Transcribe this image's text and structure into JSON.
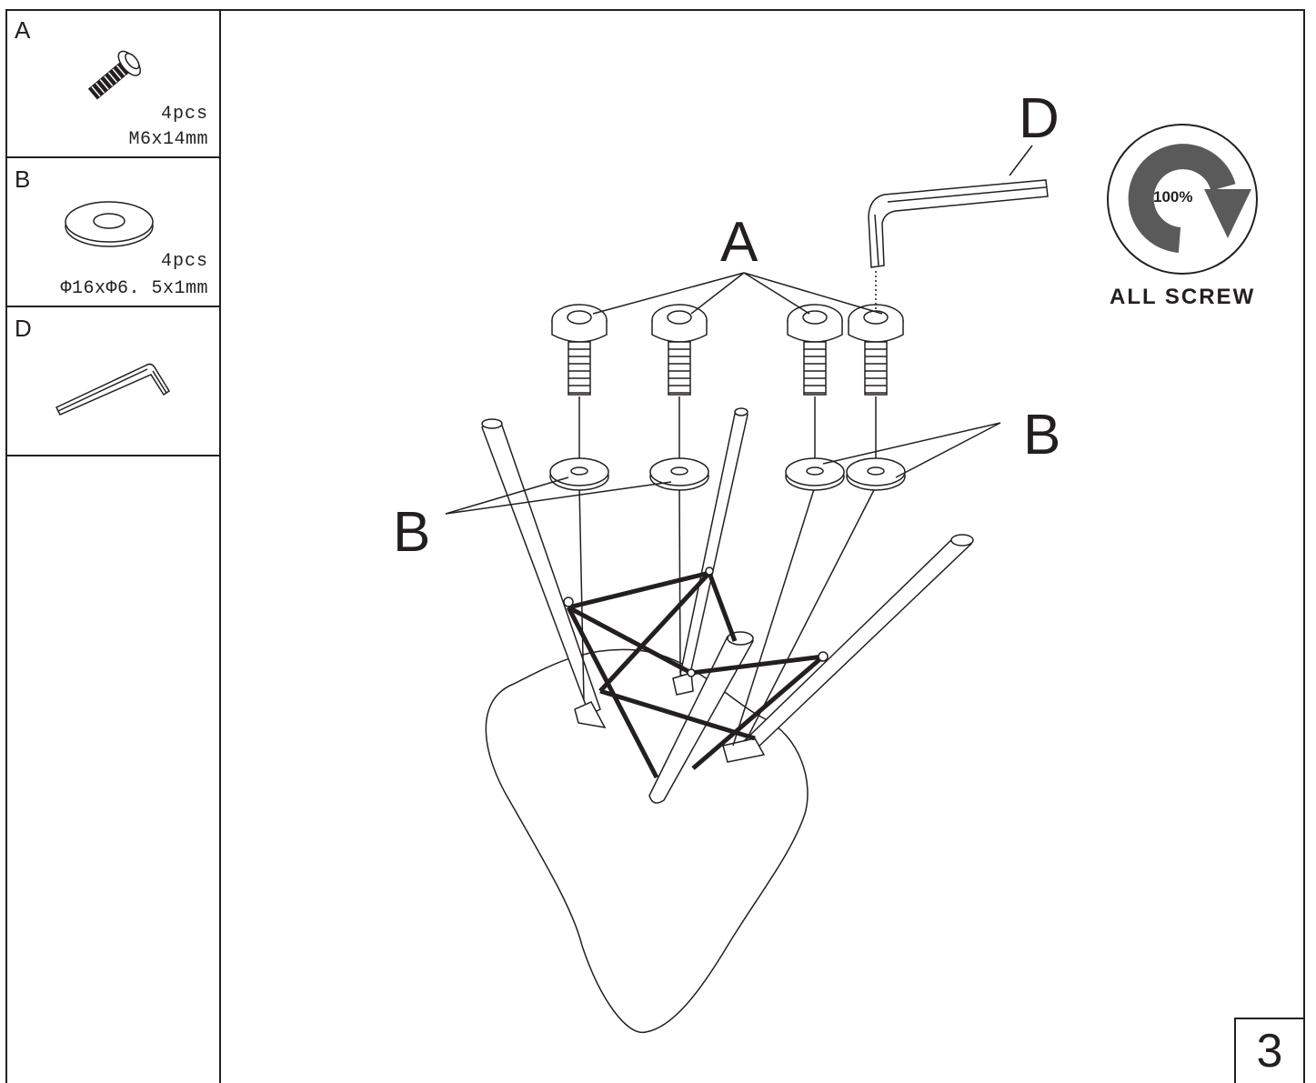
{
  "parts": [
    {
      "letter": "A",
      "qty": "4pcs",
      "spec": "M6x14mm",
      "icon": "screw-icon"
    },
    {
      "letter": "B",
      "qty": "4pcs",
      "spec": "Φ16xΦ6. 5x1mm",
      "icon": "washer-icon"
    },
    {
      "letter": "D",
      "icon": "allen-key-icon"
    }
  ],
  "labels": {
    "screw": "A",
    "washer_left": "B",
    "washer_right": "B",
    "wrench": "D"
  },
  "tighten": {
    "percent": "100%",
    "text": "ALL SCREW"
  },
  "step": "3"
}
